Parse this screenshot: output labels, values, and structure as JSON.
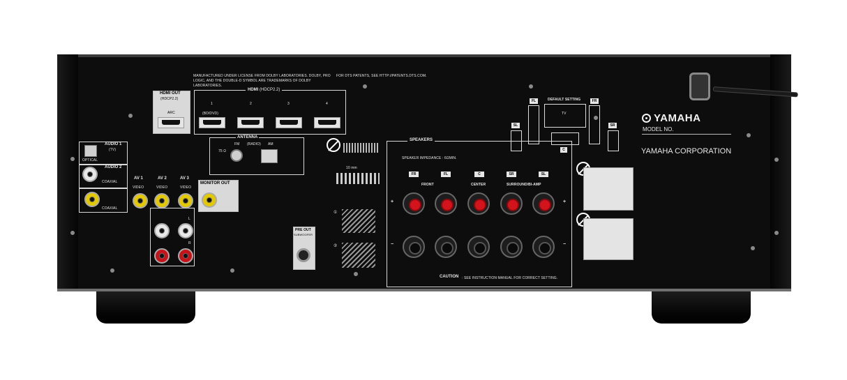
{
  "device": {
    "brand": "YAMAHA",
    "model_label": "MODEL NO.",
    "corporation": "YAMAHA CORPORATION"
  },
  "license": {
    "dolby": "MANUFACTURED UNDER LICENSE FROM DOLBY LABORATORIES. DOLBY, PRO LOGIC, AND THE DOUBLE-D SYMBOL ARE TRADEMARKS OF DOLBY LABORATORIES.",
    "dts": "FOR DTS PATENTS, SEE HTTP://PATENTS.DTS.COM."
  },
  "hdmi_out": {
    "title": "HDMI OUT",
    "sub": "(HDCP2.2)",
    "arc": "ARC"
  },
  "hdmi_in": {
    "title": "HDMI",
    "sub": "(HDCP2.2)",
    "ports": [
      {
        "num": "1",
        "note": "(BD/DVD)"
      },
      {
        "num": "2",
        "note": ""
      },
      {
        "num": "3",
        "note": ""
      },
      {
        "num": "4",
        "note": ""
      }
    ]
  },
  "antenna": {
    "title": "ANTENNA",
    "fm": "FM",
    "radio": "(RADIO)",
    "am": "AM",
    "ohm": "75 Ω"
  },
  "audio": {
    "audio1": "AUDIO 1",
    "audio1_sub": "(TV)",
    "optical": "OPTICAL",
    "audio2": "AUDIO 2",
    "coaxial": "COAXIAL",
    "coaxial2": "COAXIAL"
  },
  "av": {
    "av1": "AV 1",
    "av2": "AV 2",
    "av3": "AV 3",
    "video": "VIDEO",
    "monitor_out": "MONITOR OUT",
    "left": "L",
    "right": "R"
  },
  "preout": {
    "title": "PRE OUT",
    "sub": "SUBWOOFER"
  },
  "speakers": {
    "title": "SPEAKERS",
    "impedance": "SPEAKER IMPEDANCE : 6ΩMIN.",
    "channels": [
      {
        "badge": "FR",
        "name": ""
      },
      {
        "badge": "FL",
        "name": "FRONT"
      },
      {
        "badge": "C",
        "name": "CENTER"
      },
      {
        "badge": "SR",
        "name": ""
      },
      {
        "badge": "SL",
        "name": "SURROUND/BI-AMP"
      }
    ],
    "plus": "+",
    "minus": "−",
    "caution": "CAUTION",
    "caution_text": ": SEE INSTRUCTION MANUAL FOR CORRECT SETTING.",
    "strip_len": "10 mm"
  },
  "default_setting": {
    "title": "DEFAULT SETTING",
    "tv": "TV",
    "labels": [
      "FL",
      "FR",
      "SL",
      "SR",
      "C"
    ]
  },
  "steps": [
    "①",
    "②"
  ],
  "colors": {
    "body": "#0d0d0d",
    "red_terminal": "#d3141c",
    "yellow_rca": "#e4c800"
  }
}
